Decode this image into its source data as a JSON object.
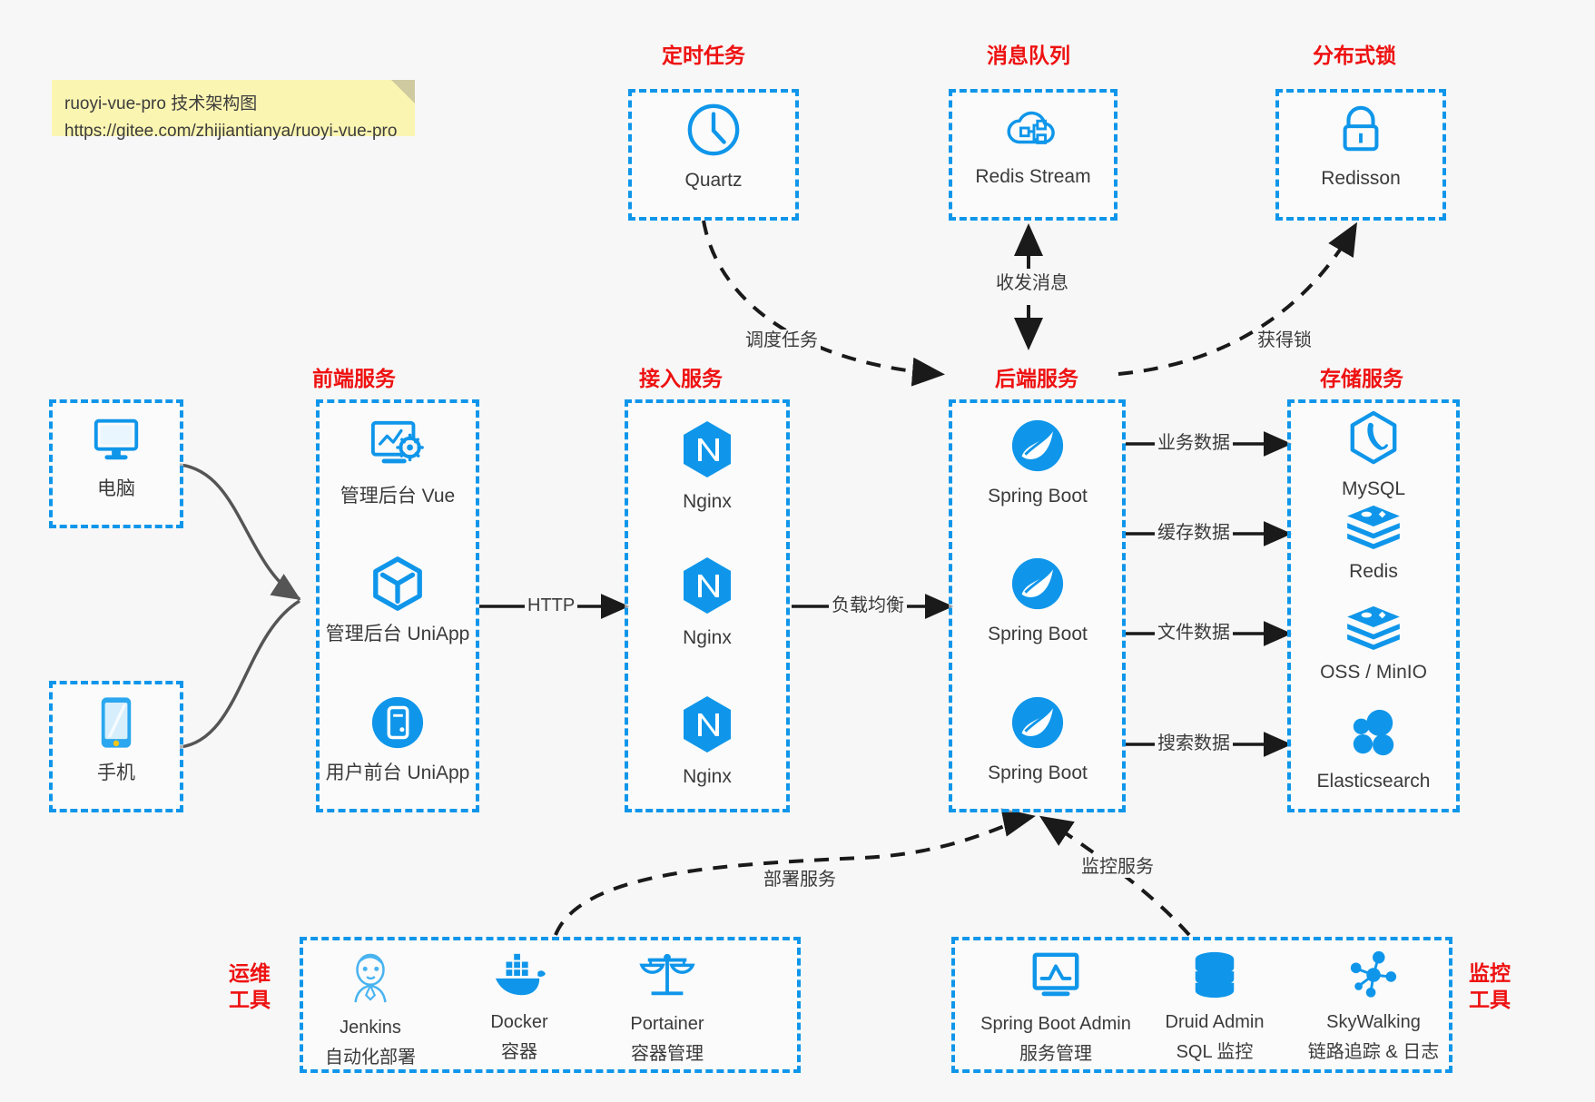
{
  "note": {
    "line1": "ruoyi-vue-pro 技术架构图",
    "line2": "https://gitee.com/zhijiantianya/ruoyi-vue-pro"
  },
  "colors": {
    "accent_blue": "#0f96ea",
    "title_red": "#ee1111",
    "text_gray": "#3b3b3b",
    "note_yellow": "#fbf5b2",
    "background": "#f7f7f7",
    "arrow_dark": "#333333",
    "arrow_curve_gray": "#555555"
  },
  "groups": {
    "scheduler": {
      "title": "定时任务"
    },
    "mq": {
      "title": "消息队列"
    },
    "lock": {
      "title": "分布式锁"
    },
    "frontend": {
      "title": "前端服务"
    },
    "gateway": {
      "title": "接入服务"
    },
    "backend": {
      "title": "后端服务"
    },
    "storage": {
      "title": "存储服务"
    },
    "devops": {
      "title": "运维\n工具",
      "line1": "运维",
      "line2": "工具"
    },
    "monitor": {
      "title": "监控\n工具",
      "line1": "监控",
      "line2": "工具"
    }
  },
  "nodes": {
    "quartz": {
      "label": "Quartz",
      "icon": "clock-icon"
    },
    "redis_stream": {
      "label": "Redis Stream",
      "icon": "cloud-stream-icon"
    },
    "redisson": {
      "label": "Redisson",
      "icon": "lock-icon"
    },
    "pc": {
      "label": "电脑",
      "icon": "desktop-icon"
    },
    "mobile": {
      "label": "手机",
      "icon": "phone-icon"
    },
    "admin_vue": {
      "label": "管理后台 Vue",
      "icon": "dashboard-gear-icon"
    },
    "admin_uniapp": {
      "label": "管理后台 UniApp",
      "icon": "uniapp-cube-icon"
    },
    "user_uniapp": {
      "label": "用户前台 UniApp",
      "icon": "mobile-app-icon"
    },
    "nginx1": {
      "label": "Nginx",
      "icon": "nginx-icon"
    },
    "nginx2": {
      "label": "Nginx",
      "icon": "nginx-icon"
    },
    "nginx3": {
      "label": "Nginx",
      "icon": "nginx-icon"
    },
    "springboot1": {
      "label": "Spring Boot",
      "icon": "spring-leaf-icon"
    },
    "springboot2": {
      "label": "Spring Boot",
      "icon": "spring-leaf-icon"
    },
    "springboot3": {
      "label": "Spring Boot",
      "icon": "spring-leaf-icon"
    },
    "mysql": {
      "label": "MySQL",
      "icon": "mysql-dolphin-icon"
    },
    "redis": {
      "label": "Redis",
      "icon": "redis-stack-icon"
    },
    "oss": {
      "label": "OSS / MinIO",
      "icon": "redis-stack-icon"
    },
    "elasticsearch": {
      "label": "Elasticsearch",
      "icon": "elasticsearch-icon"
    },
    "jenkins": {
      "label": "Jenkins",
      "sub": "自动化部署",
      "icon": "jenkins-butler-icon"
    },
    "docker": {
      "label": "Docker",
      "sub": "容器",
      "icon": "docker-whale-icon"
    },
    "portainer": {
      "label": "Portainer",
      "sub": "容器管理",
      "icon": "scales-icon"
    },
    "sba": {
      "label": "Spring Boot Admin",
      "sub": "服务管理",
      "icon": "monitor-chart-icon"
    },
    "druid": {
      "label": "Druid Admin",
      "sub": "SQL 监控",
      "icon": "database-icon"
    },
    "skywalking": {
      "label": "SkyWalking",
      "sub": "链路追踪 & 日志",
      "icon": "skywalking-node-icon"
    }
  },
  "edges": {
    "http": "HTTP",
    "load_balance": "负载均衡",
    "schedule_task": "调度任务",
    "send_receive_message": "收发消息",
    "acquire_lock": "获得锁",
    "business_data": "业务数据",
    "cache_data": "缓存数据",
    "file_data": "文件数据",
    "search_data": "搜索数据",
    "deploy_service": "部署服务",
    "monitor_service": "监控服务"
  }
}
